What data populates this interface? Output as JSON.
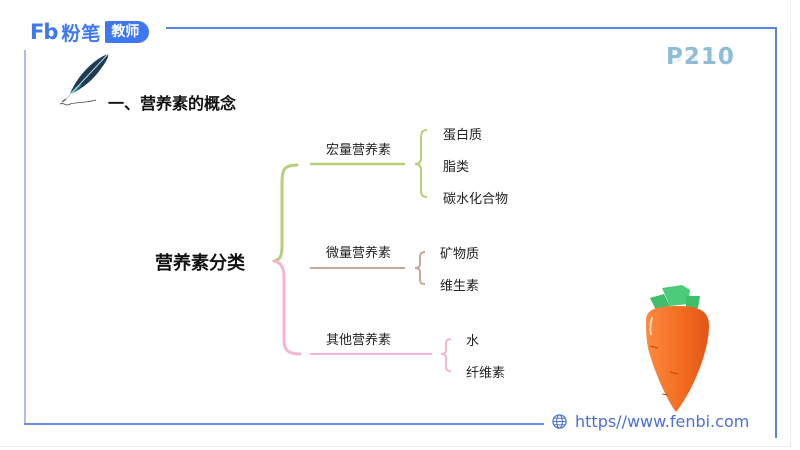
{
  "header": {
    "logo_mark": "Fb",
    "logo_text": "粉笔",
    "logo_badge": "教师",
    "page_number": "P210"
  },
  "section": {
    "title": "一、营养素的概念"
  },
  "mindmap": {
    "root": "营养素分类",
    "branches": [
      {
        "label": "宏量营养素",
        "color": "#b5cf7a",
        "children": [
          "蛋白质",
          "脂类",
          "碳水化合物"
        ]
      },
      {
        "label": "微量营养素",
        "color": "#c3a89a",
        "children": [
          "矿物质",
          "维生素"
        ]
      },
      {
        "label": "其他营养素",
        "color": "#f3b6d3",
        "children": [
          "水",
          "纤维素"
        ]
      }
    ]
  },
  "footer": {
    "icon": "globe-icon",
    "url": "https//www.fenbi.com"
  },
  "colors": {
    "brand_blue": "#3f77f2",
    "frame_blue": "#5b84e0",
    "green_branch": "#b5cf7a",
    "brown_branch": "#c3a89a",
    "pink_branch": "#f3b6d3",
    "carrot_orange": "#f26a1f",
    "carrot_leaf": "#3fbf6a"
  }
}
